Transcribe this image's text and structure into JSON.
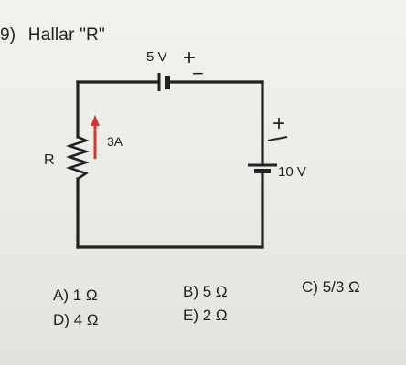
{
  "question": {
    "number": "9)",
    "title": "Hallar \"R\""
  },
  "circuit": {
    "top_battery": {
      "label": "5 V",
      "plus": "+",
      "minus": "−"
    },
    "right_battery": {
      "label": "10 V",
      "plus": "+"
    },
    "resistor": {
      "label": "R"
    },
    "current": {
      "label": "3A",
      "arrow_color": "#d0382f"
    }
  },
  "options": [
    {
      "letter": "A)",
      "value": "1 Ω"
    },
    {
      "letter": "B)",
      "value": "5 Ω"
    },
    {
      "letter": "C)",
      "value": "5/3 Ω"
    },
    {
      "letter": "D)",
      "value": "4 Ω"
    },
    {
      "letter": "E)",
      "value": "2 Ω"
    }
  ],
  "colors": {
    "ink": "#222222",
    "current_arrow": "#d0382f"
  }
}
